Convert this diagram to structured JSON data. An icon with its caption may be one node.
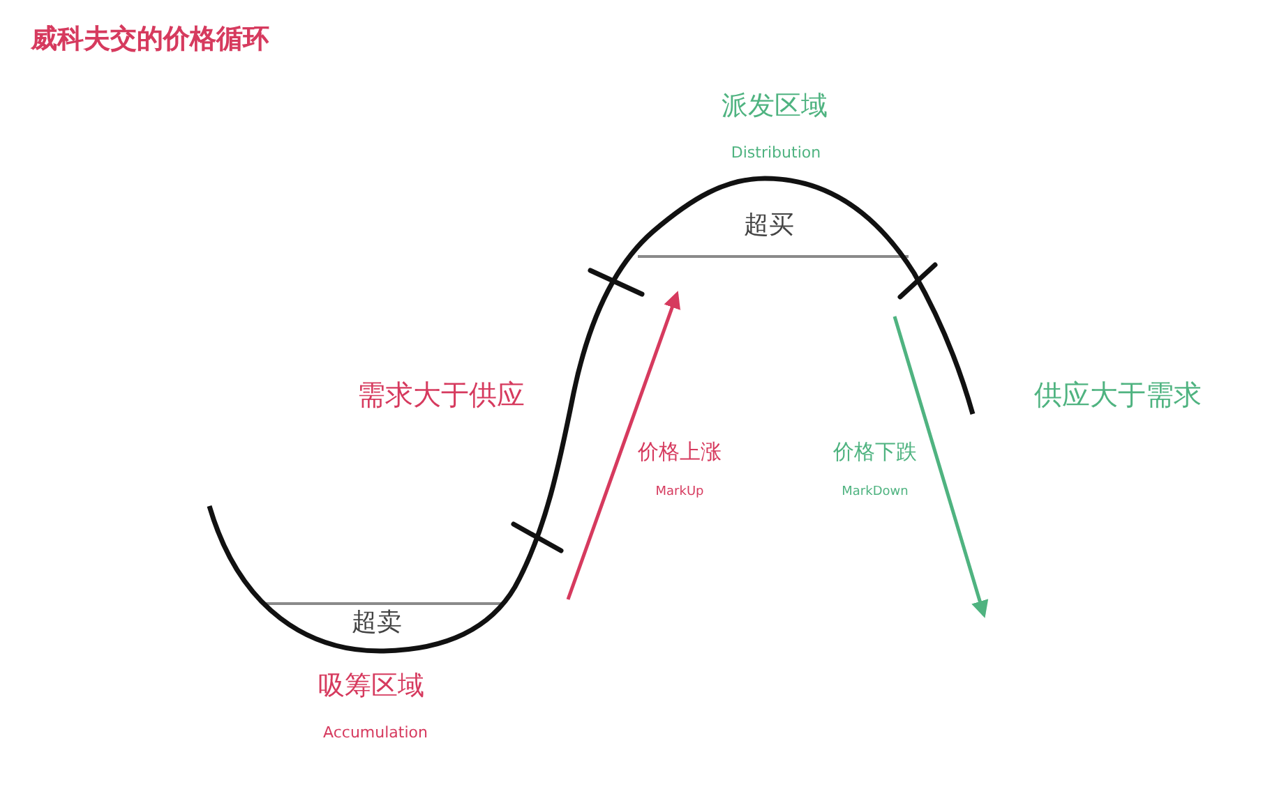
{
  "diagram": {
    "title": "威科夫交的价格循环",
    "labels": [
      "派发区域",
      "Distribution",
      "超买",
      "需求大于供应",
      "供应大于需求",
      "价格上涨",
      "价格下跌",
      "MarkUp",
      "MarkDown",
      "超卖",
      "吸筹区域",
      "Accumulation"
    ]
  }
}
